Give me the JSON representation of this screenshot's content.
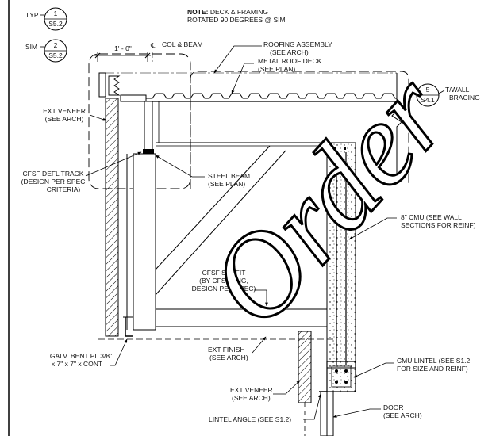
{
  "note": {
    "bold": "NOTE:",
    "line1": " DECK & FRAMING",
    "line2": "ROTATED 90 DEGREES @ SIM"
  },
  "callouts": {
    "typ": {
      "prefix": "TYP",
      "number": "1",
      "sheet": "S5.2"
    },
    "sim": {
      "prefix": "SIM",
      "number": "2",
      "sheet": "S5.2"
    },
    "twall": {
      "number": "5",
      "sheet": "S4.1",
      "line1": "T/WALL",
      "line2": "BRACING"
    }
  },
  "dimension": "1' - 0\"",
  "centerline": {
    "symbol": "℄",
    "text": "COL & BEAM"
  },
  "labels": {
    "roofing": [
      "ROOFING ASSEMBLY",
      "(SEE ARCH)"
    ],
    "metal_deck": [
      "METAL ROOF DECK",
      "(SEE PLAN)"
    ],
    "ext_veneer_top": [
      "EXT VENEER",
      "(SEE ARCH)"
    ],
    "cfsf_track": [
      "CFSF DEFL TRACK",
      "(DESIGN PER SPEC",
      "CRITERIA)"
    ],
    "steel_beam": [
      "STEEL BEAM",
      "(SEE PLAN)"
    ],
    "cmu": [
      "8\" CMU (SEE WALL",
      "SECTIONS FOR REINF)"
    ],
    "cfsf_soffit": [
      "CFSF SOFFIT",
      "(BY CFSF ENG,",
      "DESIGN PER SPEC)"
    ],
    "galv": [
      "GALV. BENT PL 3/8\"",
      "x 7\" x 7\" x CONT"
    ],
    "ext_finish": [
      "EXT FINISH",
      "(SEE ARCH)"
    ],
    "ext_veneer_bot": [
      "EXT VENEER",
      "(SEE ARCH)"
    ],
    "cmu_lintel": [
      "CMU LINTEL (SEE S1.2",
      "FOR SIZE AND REINF)"
    ],
    "lintel_angle": [
      "LINTEL ANGLE (SEE S1.2)"
    ],
    "door": [
      "DOOR",
      "(SEE ARCH)"
    ]
  },
  "watermark": "Order"
}
